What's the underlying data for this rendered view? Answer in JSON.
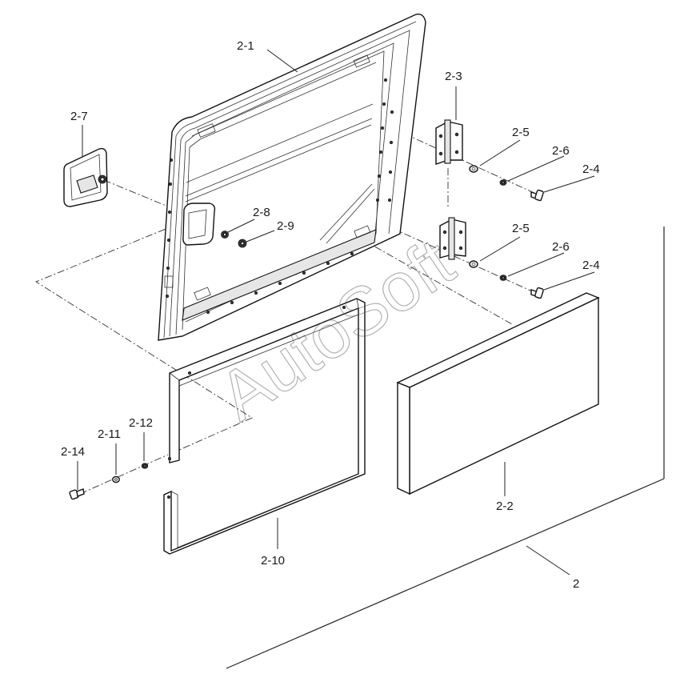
{
  "labels": {
    "door_frame": "2-1",
    "panel": "2-2",
    "hinge": "2-3",
    "bolt_upper": "2-4",
    "bolt_lower": "2-4",
    "washer_upper": "2-5",
    "washer_lower": "2-5",
    "spring_washer_upper": "2-6",
    "spring_washer_lower": "2-6",
    "handle": "2-7",
    "nut_a": "2-8",
    "nut_b": "2-9",
    "seal_frame": "2-10",
    "washer_small": "2-11",
    "spring_washer_small": "2-12",
    "screw": "2-14",
    "assembly": "2"
  },
  "watermark": "AutoSoft"
}
